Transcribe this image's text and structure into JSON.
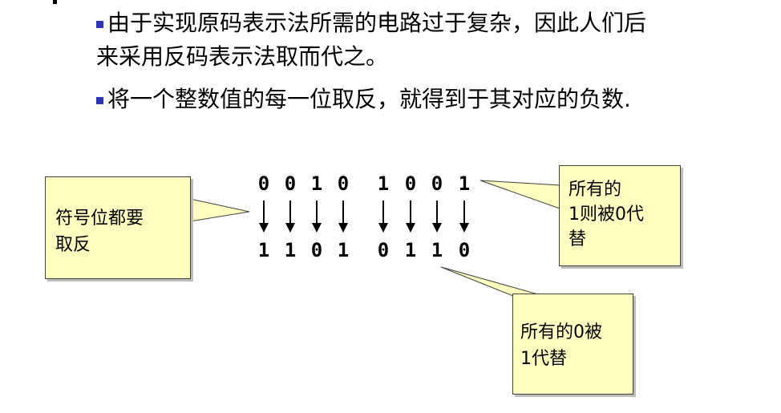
{
  "paragraphs": [
    {
      "lines": [
        "由于实现原码表示法所需的电路过于复杂，因此人们后",
        "来采用反码表示法取而代之。"
      ]
    },
    {
      "lines": [
        "将一个整数值的每一位取反，就得到于其对应的负数."
      ]
    }
  ],
  "diagram": {
    "top_bits": [
      "0",
      "0",
      "1",
      "0",
      "1",
      "0",
      "0",
      "1"
    ],
    "bottom_bits": [
      "1",
      "1",
      "0",
      "1",
      "0",
      "1",
      "1",
      "0"
    ],
    "callout_sign": {
      "lines": [
        "符号位都要",
        "取反"
      ]
    },
    "callout_ones": {
      "lines": [
        "所有的",
        "1则被0代",
        "替"
      ]
    },
    "callout_zeros": {
      "lines": [
        "所有的0被",
        "1代替"
      ]
    }
  },
  "colors": {
    "bullet": "#2b35b8",
    "callout_fill": "#ffffc0",
    "callout_border": "#404040"
  }
}
